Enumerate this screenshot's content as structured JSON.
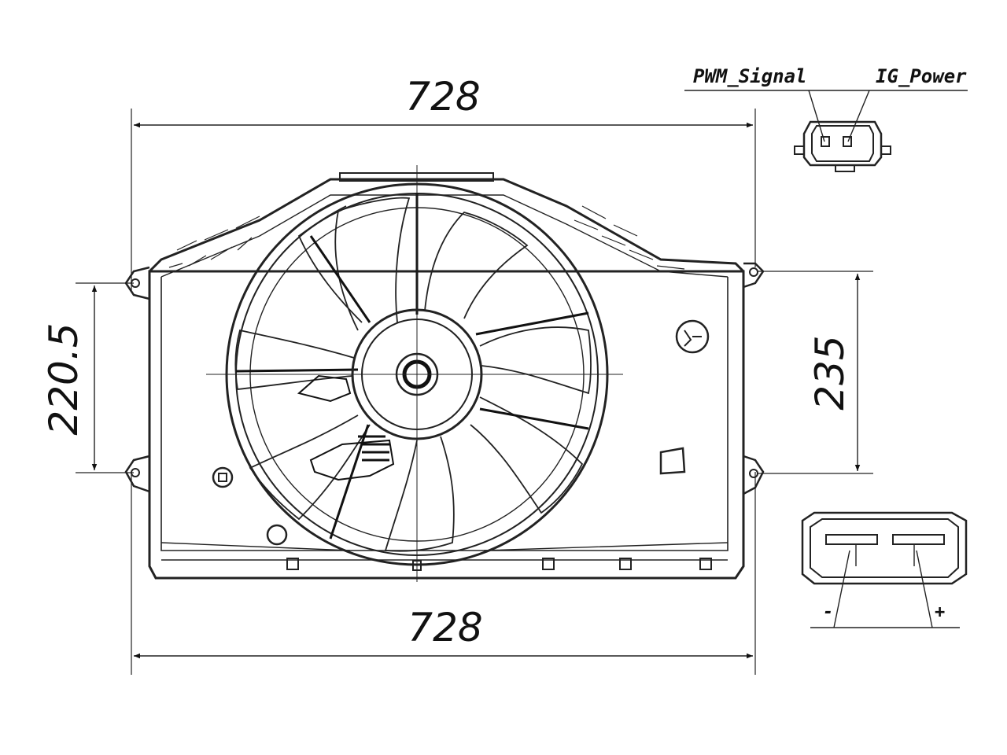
{
  "dimensions": {
    "top_width": "728",
    "bottom_width": "728",
    "left_height": "220.5",
    "right_height": "235"
  },
  "connector_top": {
    "pin_left_label": "PWM_Signal",
    "pin_right_label": "IG_Power"
  },
  "connector_bottom": {
    "pin_left_label": "-",
    "pin_right_label": "+"
  }
}
